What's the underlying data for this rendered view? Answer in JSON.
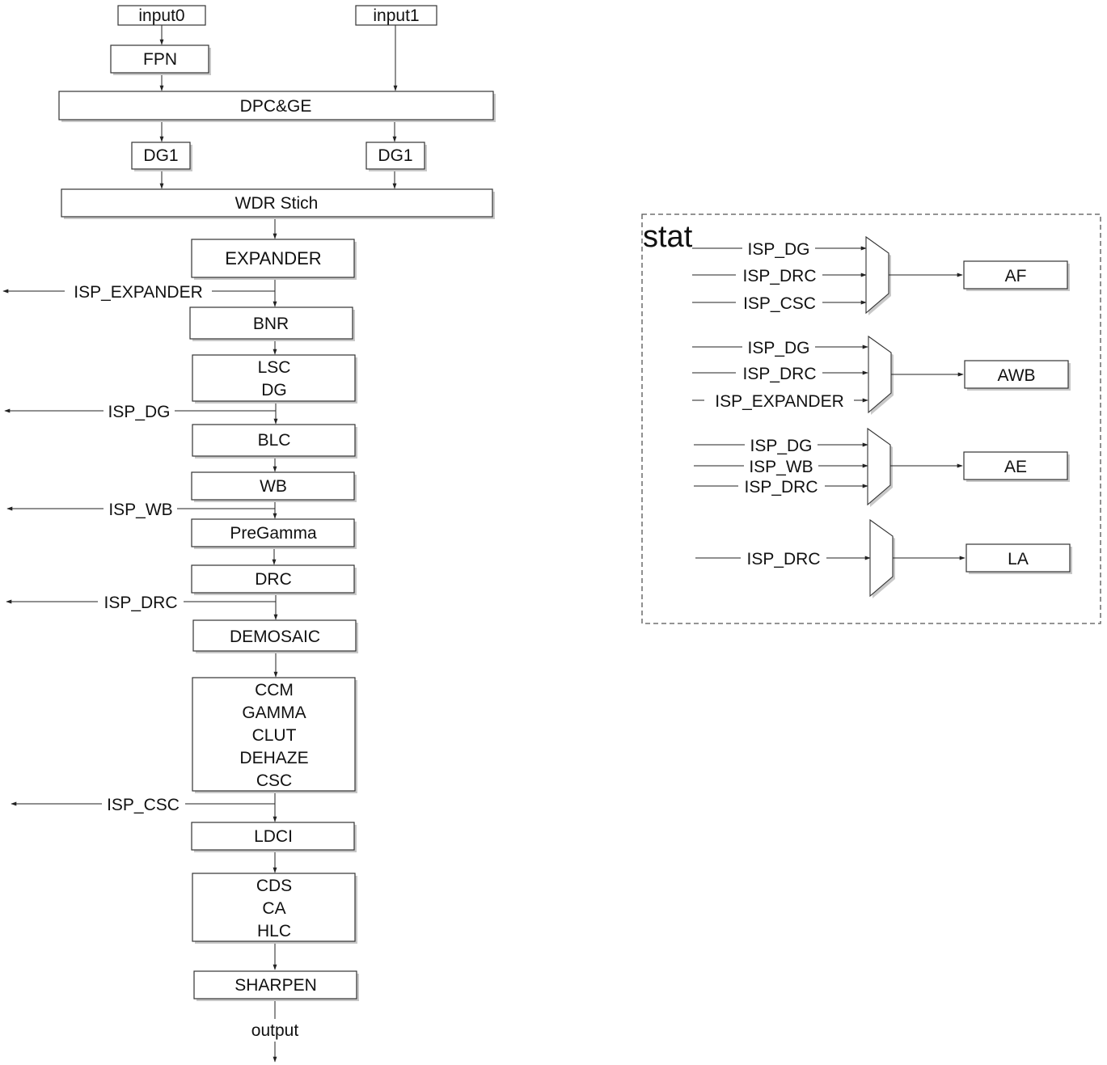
{
  "pipeline": {
    "input0": "input0",
    "input1": "input1",
    "fpn": "FPN",
    "dpc_ge": "DPC&GE",
    "dg1_left": "DG1",
    "dg1_right": "DG1",
    "wdr": "WDR Stich",
    "expander": "EXPANDER",
    "bnr": "BNR",
    "lsc_dg": [
      "LSC",
      "DG"
    ],
    "blc": "BLC",
    "wb": "WB",
    "pregamma": "PreGamma",
    "drc": "DRC",
    "demosaic": "DEMOSAIC",
    "ccm_group": [
      "CCM",
      "GAMMA",
      "CLUT",
      "DEHAZE",
      "CSC"
    ],
    "ldci": "LDCI",
    "cds_group": [
      "CDS",
      "CA",
      "HLC"
    ],
    "sharpen": "SHARPEN",
    "output": "output"
  },
  "taps": {
    "expander": "ISP_EXPANDER",
    "dg": "ISP_DG",
    "wb": "ISP_WB",
    "drc": "ISP_DRC",
    "csc": "ISP_CSC"
  },
  "stat": {
    "title": "stat",
    "groups": {
      "af": {
        "inputs": [
          "ISP_DG",
          "ISP_DRC",
          "ISP_CSC"
        ],
        "output": "AF"
      },
      "awb": {
        "inputs": [
          "ISP_DG",
          "ISP_DRC",
          "ISP_EXPANDER"
        ],
        "output": "AWB"
      },
      "ae": {
        "inputs": [
          "ISP_DG",
          "ISP_WB",
          "ISP_DRC"
        ],
        "output": "AE"
      },
      "la": {
        "inputs": [
          "ISP_DRC"
        ],
        "output": "LA"
      }
    }
  }
}
